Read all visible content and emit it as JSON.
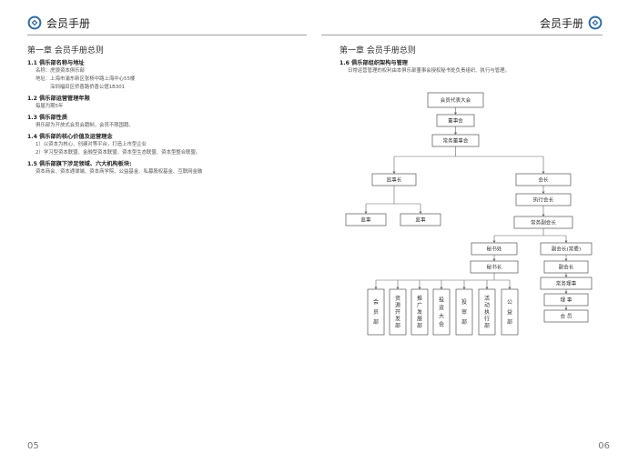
{
  "left_page": {
    "header_title": "会员手册",
    "chapter_title": "第一章 会员手册总则",
    "sections": [
      {
        "title": "1.1 俱乐部名称与地址",
        "lines": [
          {
            "text": "名称：虎狼资本俱乐部",
            "indent": 1
          },
          {
            "text": "地址：上海市浦东新区张杨中路上海中心55楼",
            "indent": 1
          },
          {
            "text": "深圳福田区侨香路侨香公馆1B301",
            "indent": 2
          }
        ]
      },
      {
        "title": "1.2 俱乐部运营管理年限",
        "lines": [
          {
            "text": "每届为期5年",
            "indent": 1
          }
        ]
      },
      {
        "title": "1.3 俱乐部性质",
        "lines": [
          {
            "text": "俱乐部为开放式会员会籍制，会员不限国籍。",
            "indent": 1
          }
        ]
      },
      {
        "title": "1.4 俱乐部的核心价值及运营理念",
        "lines": [
          {
            "text": "1）以资本为核心、创建对等平台，打造上市型企业",
            "indent": 1
          },
          {
            "text": "2）学习型资本联盟、金融型资本联盟、资本型生态联盟、资本型整合联盟。",
            "indent": 1
          }
        ]
      },
      {
        "title": "1.5 俱乐部旗下涉足领域、六大机构板块:",
        "lines": [
          {
            "text": "资本商会、资本通谍端、资本商学院、公益基金、私募股权基金、互联网金融",
            "indent": 1
          }
        ]
      }
    ],
    "page_number": "05"
  },
  "right_page": {
    "header_title": "会员手册",
    "chapter_title": "第一章 会员手册总则",
    "section_title": "1.6 俱乐部组织架构与管理",
    "section_desc": "日常运营管理的权利由本俱乐部董事会授权秘书处负责组织、执行与管理。",
    "org_chart": {
      "general_assembly": "会员代表大会",
      "board": "董事会",
      "standing_board": "常务董事会",
      "supervisors": "监事长",
      "president": "会长",
      "executive_president": "执行会长",
      "standing_vp": "常务副会长",
      "supervisor_1": "监事",
      "supervisor_2": "监事",
      "secretariat": "秘书处",
      "secretary_general": "秘书长",
      "vice_president": "副会长(常委)",
      "vice_president_2": "副会长",
      "executive_director": "常务理事",
      "director": "理 事",
      "member": "会 员",
      "departments": [
        "会员部",
        "资源开发部",
        "推广发展部",
        "投资大会",
        "投审部",
        "活动执行部",
        "公益部"
      ]
    },
    "page_number": "06"
  }
}
